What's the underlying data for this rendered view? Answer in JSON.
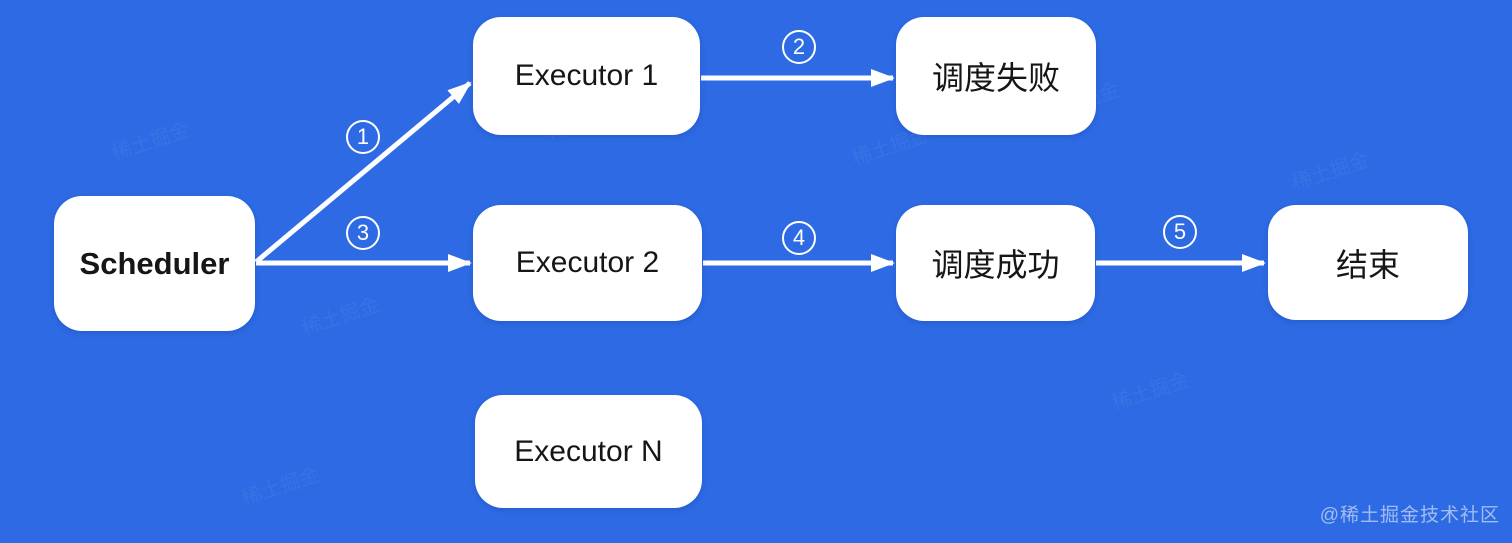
{
  "diagram": {
    "title_hint": "scheduler-dispatch-flow",
    "background_color": "#2D6AE3",
    "node_fill_color": "#FFFFFF",
    "node_text_color": "#161616",
    "arrow_color": "#FFFFFF",
    "nodes": [
      {
        "id": "scheduler",
        "label": "Scheduler"
      },
      {
        "id": "executor1",
        "label": "Executor 1"
      },
      {
        "id": "fail",
        "label": "调度失败"
      },
      {
        "id": "executor2",
        "label": "Executor 2"
      },
      {
        "id": "success",
        "label": "调度成功"
      },
      {
        "id": "end",
        "label": "结束"
      },
      {
        "id": "executorN",
        "label": "Executor N"
      }
    ],
    "edges": [
      {
        "num": "1",
        "from": "Scheduler",
        "to": "Executor 1"
      },
      {
        "num": "2",
        "from": "Executor 1",
        "to": "调度失败"
      },
      {
        "num": "3",
        "from": "Scheduler",
        "to": "Executor 2"
      },
      {
        "num": "4",
        "from": "Executor 2",
        "to": "调度成功"
      },
      {
        "num": "5",
        "from": "调度成功",
        "to": "结束"
      }
    ]
  },
  "watermark": {
    "text": "@稀土掘金技术社区",
    "tile": "稀土掘金"
  }
}
